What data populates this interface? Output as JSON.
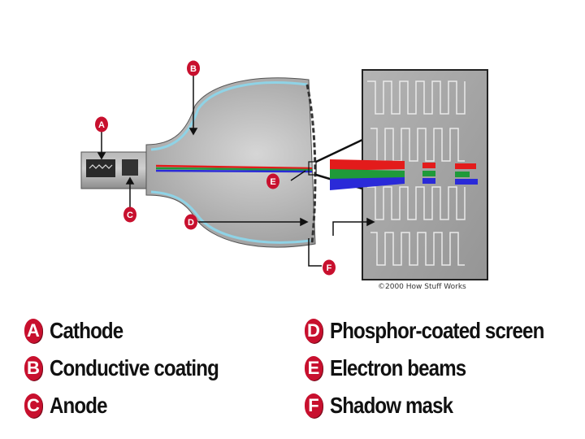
{
  "callouts": [
    "A",
    "B",
    "C",
    "D",
    "E",
    "F"
  ],
  "copyright": "©2000 How Stuff Works",
  "legend": [
    {
      "letter": "A",
      "label": "Cathode"
    },
    {
      "letter": "B",
      "label": "Conductive coating"
    },
    {
      "letter": "C",
      "label": "Anode"
    },
    {
      "letter": "D",
      "label": "Phosphor-coated screen"
    },
    {
      "letter": "E",
      "label": "Electron beams"
    },
    {
      "letter": "F",
      "label": "Shadow mask"
    }
  ],
  "colors": {
    "callout": "#c8102e",
    "tube": "#9a9a9a",
    "coating": "#8fd3e6",
    "beam_red": "#e31b1b",
    "beam_green": "#1f9a3a",
    "beam_blue": "#2a2ad8",
    "mask": "#a8a8a8"
  }
}
